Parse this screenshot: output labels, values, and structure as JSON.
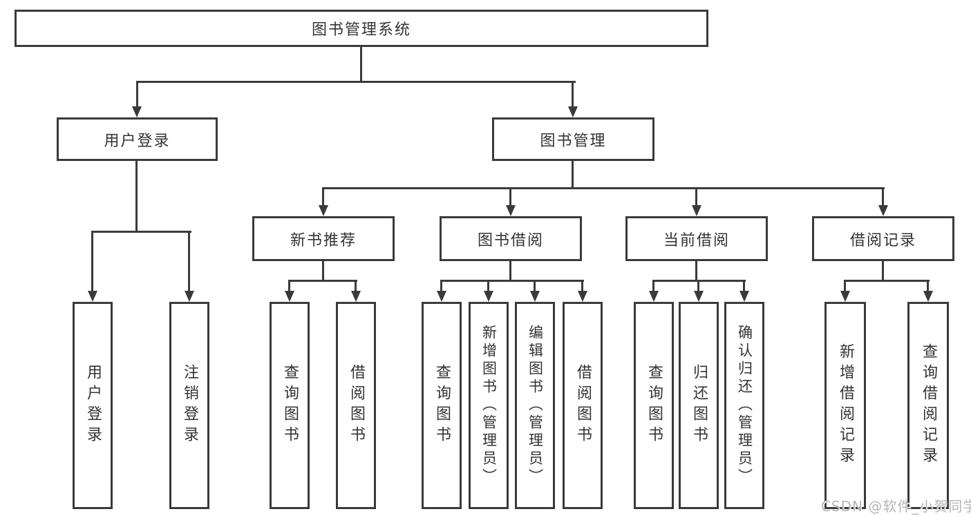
{
  "diagram": {
    "root": "图书管理系统",
    "level2": {
      "user_login": "用户登录",
      "book_mgmt": "图书管理"
    },
    "level3": {
      "new_books": "新书推荐",
      "book_borrow": "图书借阅",
      "current_borrow": "当前借阅",
      "borrow_records": "借阅记录"
    },
    "leaves": {
      "login": "用户登录",
      "logout": "注销登录",
      "nb_query": "查询图书",
      "nb_borrow": "借阅图书",
      "bb_query": "查询图书",
      "bb_add": "新增图书（管理员）",
      "bb_edit": "编辑图书（管理员）",
      "bb_borrow": "借阅图书",
      "cb_query": "查询图书",
      "cb_return": "归还图书",
      "cb_confirm": "确认归还（管理员）",
      "rec_add": "新增借阅记录",
      "rec_query": "查询借阅记录"
    },
    "watermark": "CSDN @软件_小贺同学"
  },
  "colors": {
    "line": "#3a3a3a",
    "text": "#333333",
    "watermark": "#b5b5b5",
    "background": "#ffffff"
  }
}
